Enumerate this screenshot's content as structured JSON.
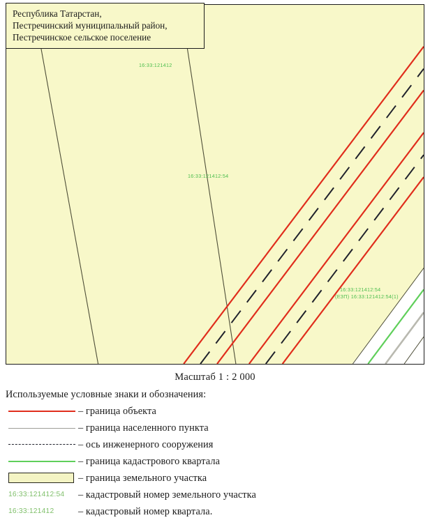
{
  "title_box": {
    "lines": [
      "Республика Татарстан,",
      "Пестречинский муниципальный район,",
      "Пестречинское сельское поселение"
    ]
  },
  "map": {
    "background_color": "#f8f8c9",
    "border_color": "#1c1c1c",
    "labels": [
      {
        "id": "quarter-top",
        "text": "16:33:121412"
      },
      {
        "id": "quarter-middle",
        "text": "16:33:121412:54"
      },
      {
        "id": "parcel-right",
        "text": "16:33:121412:54"
      },
      {
        "id": "parcel-right-2",
        "text": "(ЕЗП) 16:33:121412:54(1)"
      }
    ],
    "colors": {
      "object_boundary": "#e02d1c",
      "settlement_boundary": "#8d8d85",
      "engineering_axis": "#20222c",
      "cadastral_quarter": "#5fcf5a",
      "parcel_boundary": "#4a4a32",
      "label_green": "#3cb843"
    }
  },
  "scale": {
    "text": "Масштаб 1 : 2 000"
  },
  "legend": {
    "title": "Используемые условные знаки и обозначения:",
    "rows": [
      {
        "symbol": "solid-red",
        "label": "– граница объекта"
      },
      {
        "symbol": "grey-line",
        "label": "– граница населенного пункта"
      },
      {
        "symbol": "dashed-dark",
        "label": "– ось инженерного сооружения"
      },
      {
        "symbol": "solid-green",
        "label": "– граница кадастрового квартала"
      },
      {
        "symbol": "parcel-box",
        "label": "– граница земельного участка"
      },
      {
        "symbol": "cadnum-parcel",
        "sample": "16:33:121412:54",
        "label": "– кадастровый номер земельного участка"
      },
      {
        "symbol": "cadnum-quarter",
        "sample": "16:33:121412",
        "label": "– кадастровый номер квартала."
      }
    ]
  }
}
